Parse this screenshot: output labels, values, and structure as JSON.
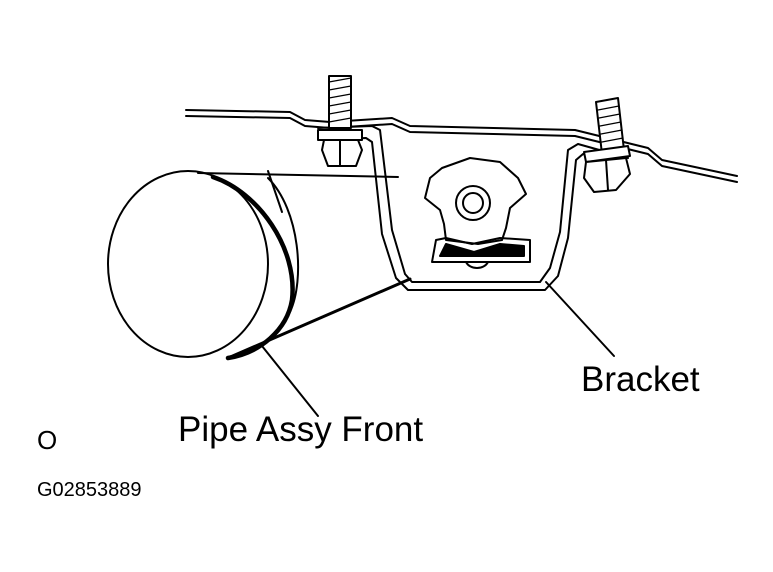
{
  "labels": {
    "bracket": "Bracket",
    "pipe_assy_front": "Pipe Assy Front",
    "view_marker": "O",
    "figure_code": "G02853889"
  },
  "colors": {
    "line": "#000000",
    "background": "#ffffff"
  }
}
